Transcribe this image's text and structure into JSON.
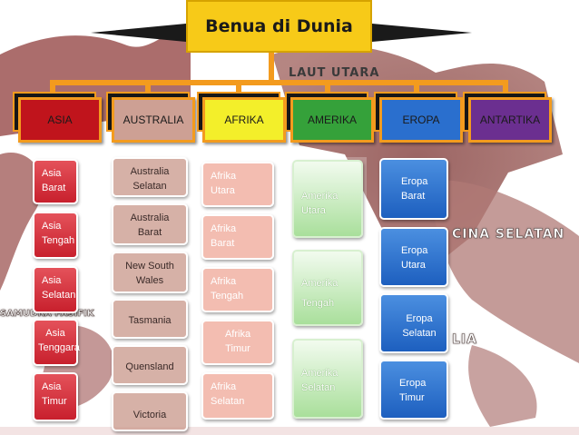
{
  "title": "Benua di Dunia",
  "map_labels": [
    "LAUT UTARA",
    "CINA SELATAN",
    "SAMUDRA PASIFIK",
    "LIA"
  ],
  "categories": [
    {
      "label": "ASIA",
      "color": "#c0141c"
    },
    {
      "label": "AUSTRALIA",
      "color": "#cda094"
    },
    {
      "label": "AFRIKA",
      "color": "#f3ef2a"
    },
    {
      "label": "AMERIKA",
      "color": "#35a13a"
    },
    {
      "label": "EROPA",
      "color": "#2a6fce"
    },
    {
      "label": "ANTARTIKA",
      "color": "#6b2f90"
    }
  ],
  "asia": [
    "Asia\nBarat",
    "Asia\nTengah",
    "Asia\nSelatan",
    "Asia\nTenggara",
    "Asia\nTimur"
  ],
  "australia": [
    "Australia\nSelatan",
    "Australia\nBarat",
    "New South\nWales",
    "Tasmania",
    "Quensland",
    "Victoria"
  ],
  "afrika": [
    "Afrika\nUtara",
    "Afrika\nBarat",
    "Afrika\nTengah",
    "Afrika\nTimur",
    "Afrika\nSelatan"
  ],
  "amerika": [
    "Amerika\nUtara",
    "Amerika\nTengah",
    "Amerika\nSelatan"
  ],
  "eropa": [
    "Eropa\nBarat",
    "Eropa\nUtara",
    "Eropa\nSelatan",
    "Eropa\nTimur"
  ]
}
